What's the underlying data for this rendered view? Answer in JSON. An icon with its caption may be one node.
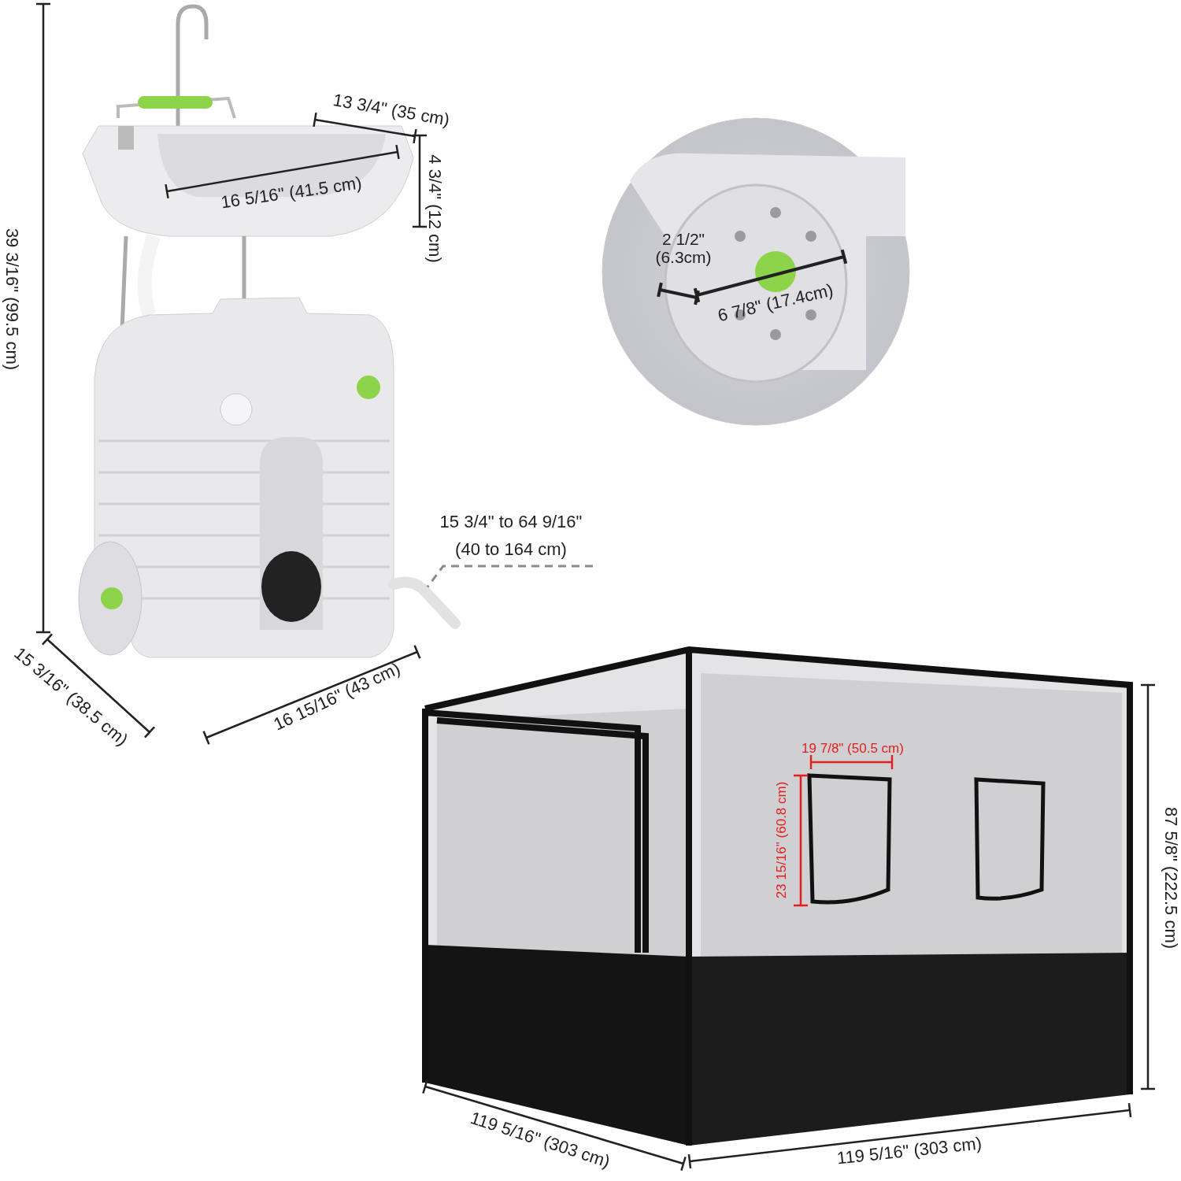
{
  "diagram": {
    "nodes": [
      {
        "text": [
          "15 3/4\" to 64 9/16\" (40 to 164 cm)"
        ]
      },
      {
        "text": [],
        "shape": "picture"
      }
    ],
    "edges": [
      {
        "from": 0,
        "to": 1,
        "arrow": "none",
        "style": "dashed",
        "color": "#8a8a8a"
      }
    ],
    "labels": [
      "39 3/16\" (99.5 cm)",
      "13 3/4\" (35 cm)",
      "4 3/4\" (12 cm)",
      "16 5/16\" (41.5 cm)",
      "2 1/2\" (6.3cm)",
      "6 7/8\" (17.4cm)",
      "15 3/16\" (38.5 cm)",
      "16 15/16\" (43 cm)",
      "19 7/8\" (50.5 cm)",
      "23 15/16\" (60.8 cm)",
      "87 5/8\" (222.5 cm)",
      "119 5/16\" (303 cm)",
      "119 5/16\" (303 cm)"
    ]
  }
}
